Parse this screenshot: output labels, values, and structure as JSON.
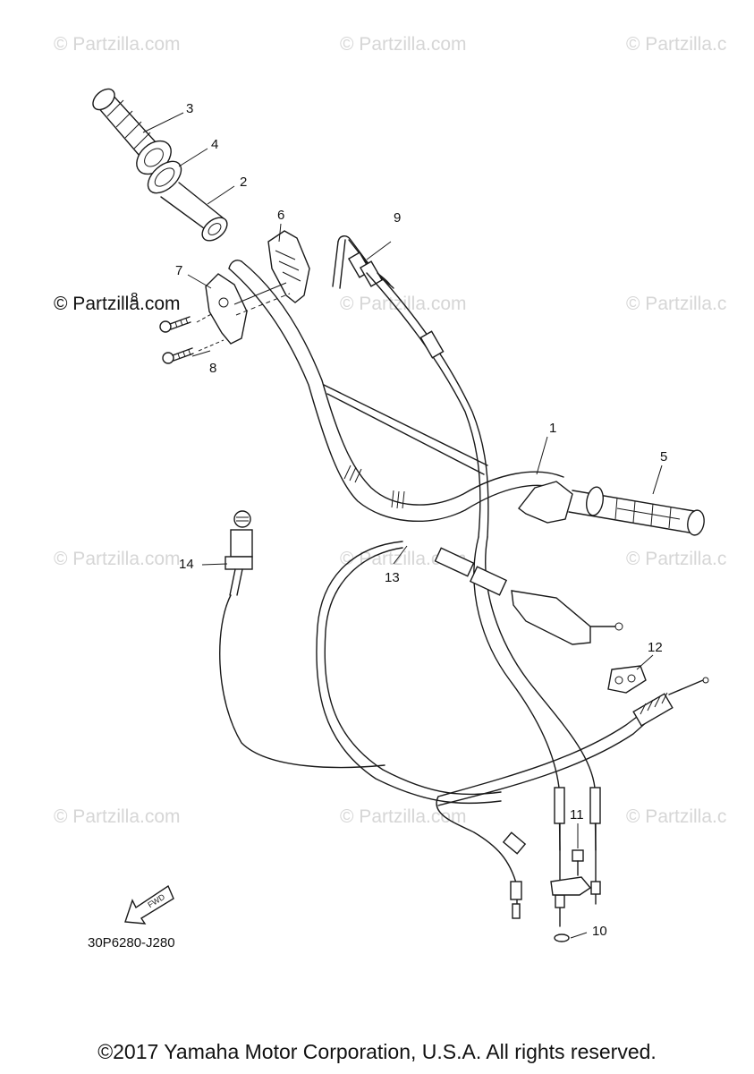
{
  "watermarks": [
    "© Partzilla.com",
    "© Partzilla.com",
    "© Partzilla.c",
    "© Partzilla.com",
    "© Partzilla.com",
    "© Partzilla.c",
    "© Partzilla.com",
    "© Partzilla.com",
    "© Partzilla.c",
    "© Partzilla.com",
    "© Partzilla.com",
    "© Partzilla.c"
  ],
  "watermark_dark": "© Partzilla.com",
  "callouts": {
    "c1": "1",
    "c2": "2",
    "c3": "3",
    "c4": "4",
    "c5": "5",
    "c6": "6",
    "c7": "7",
    "c8a": "8",
    "c8b": "8",
    "c9": "9",
    "c10": "10",
    "c11": "11",
    "c12": "12",
    "c13": "13",
    "c14": "14"
  },
  "fwd_label": "FWD",
  "diagram_code": "30P6280-J280",
  "copyright": "©2017 Yamaha Motor Corporation, U.S.A. All rights reserved.",
  "colors": {
    "ink": "#1a1a1a",
    "watermark": "#d6d6d6",
    "background": "#ffffff"
  }
}
